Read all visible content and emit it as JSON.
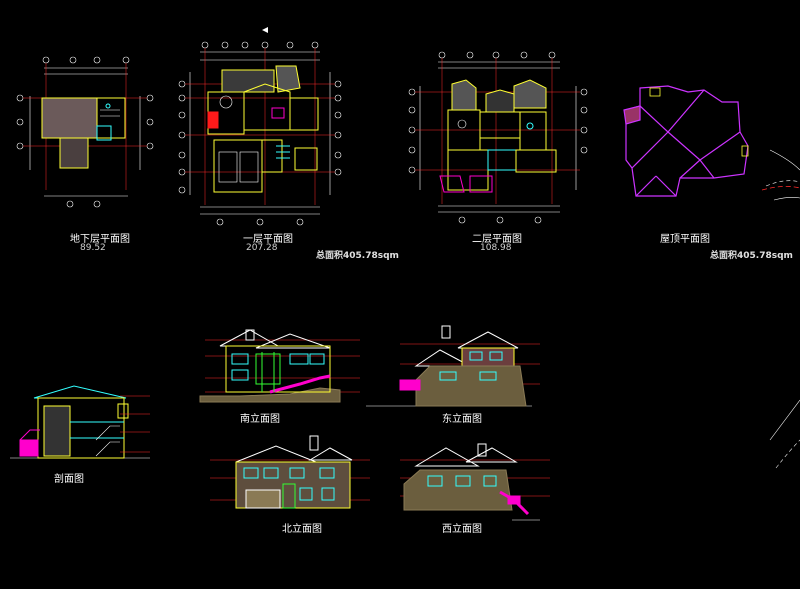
{
  "drawing": {
    "background": "#000000",
    "colors": {
      "dimension": "#ffffff",
      "axis": "#ff2a2a",
      "wall": "#ffff33",
      "window": "#33ffff",
      "roof": "#cc33ff",
      "stair": "#ff00cc",
      "stone": "#8a7a55",
      "green": "#33ff33"
    }
  },
  "plans": {
    "basement": {
      "title": "地下层平面图",
      "area": "89.52"
    },
    "first_floor": {
      "title": "一层平面图",
      "area": "207.28"
    },
    "second_floor": {
      "title": "二层平面图",
      "area": "108.98"
    },
    "roof": {
      "title": "屋顶平面图"
    }
  },
  "totals": {
    "total_area_1": "总面积405.78sqm",
    "total_area_2": "总面积405.78sqm"
  },
  "elevations": {
    "south": "南立面图",
    "east": "东立面图",
    "north": "北立面图",
    "west": "西立面图",
    "section": "剖面图"
  }
}
